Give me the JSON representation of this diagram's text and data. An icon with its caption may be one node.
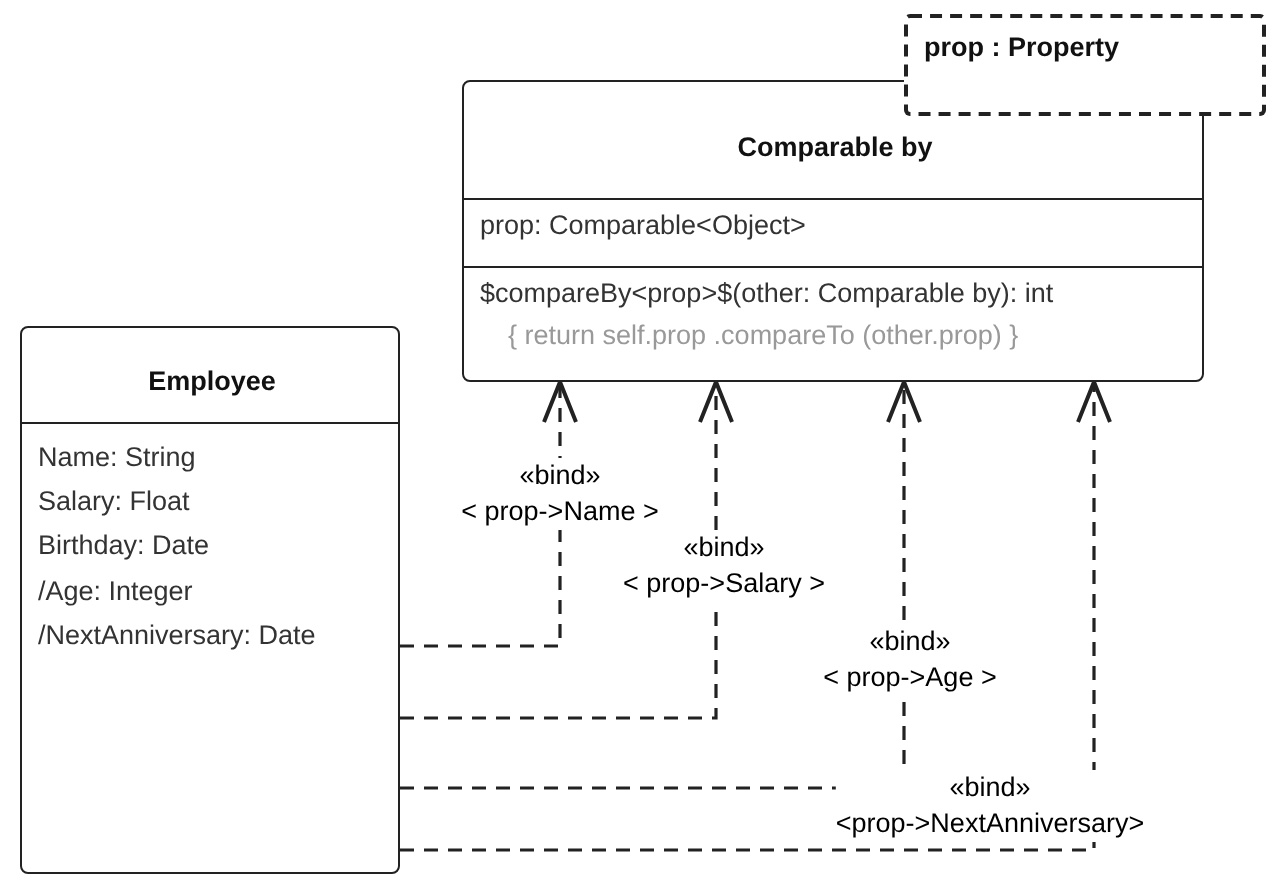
{
  "diagram": {
    "nodes": [
      {
        "text": [
          "Comparable by",
          "prop: Comparable<Object>",
          "$compareBy<prop>$(other: Comparable by): int",
          "{ return self.prop .compareTo (other.prop) }"
        ]
      },
      {
        "text": [
          "prop : Property"
        ]
      },
      {
        "text": [
          "Employee",
          "Name: String",
          "Salary: Float",
          "Birthday: Date",
          "/Age: Integer",
          "/NextAnniversary: Date"
        ]
      }
    ],
    "edges": [
      {
        "from": 2,
        "to": 0,
        "arrow": "to",
        "style": "dashed",
        "label": "«bind» < prop->Name >"
      },
      {
        "from": 2,
        "to": 0,
        "arrow": "to",
        "style": "dashed",
        "label": "«bind» < prop->Salary >"
      },
      {
        "from": 2,
        "to": 0,
        "arrow": "to",
        "style": "dashed",
        "label": "«bind» < prop->Age >"
      },
      {
        "from": 2,
        "to": 0,
        "arrow": "to",
        "style": "dashed",
        "label": "«bind» <prop->NextAnniversary>"
      }
    ]
  }
}
